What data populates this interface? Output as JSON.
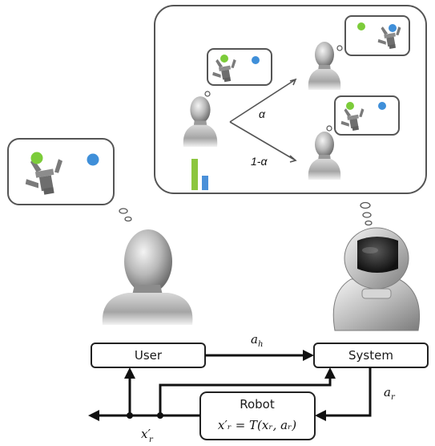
{
  "boxes": {
    "user": "User",
    "system": "System",
    "robot": "Robot",
    "robot_eq": "x′ᵣ = T(xᵣ, aᵣ)"
  },
  "arrows": {
    "human_action": "a",
    "human_action_sub": "h",
    "robot_action": "a",
    "robot_action_sub": "r",
    "state": "x′",
    "state_sub": "r"
  },
  "belief": {
    "alpha": "α",
    "one_minus_alpha": "1-α"
  },
  "colors": {
    "green_object": "#7ccc3a",
    "blue_object": "#3f8fd9",
    "bar_green": "#8cc63f",
    "bar_blue": "#4a90d9"
  }
}
